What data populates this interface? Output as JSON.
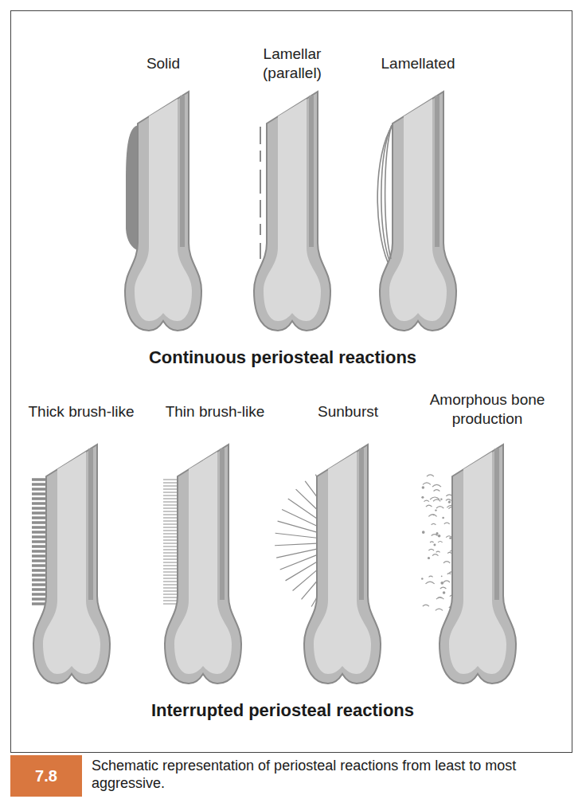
{
  "diagram": {
    "caption": "Schematic representation of periosteal reactions from least to most aggressive.",
    "nodes": [
      {
        "text": [
          "7.8"
        ]
      }
    ],
    "labels": [
      "Solid",
      "Lamellar (parallel)",
      "Lamellated",
      "Continuous periosteal reactions",
      "Thick brush-like",
      "Thin brush-like",
      "Sunburst",
      "Amorphous bone production",
      "Interrupted periosteal reactions"
    ]
  }
}
